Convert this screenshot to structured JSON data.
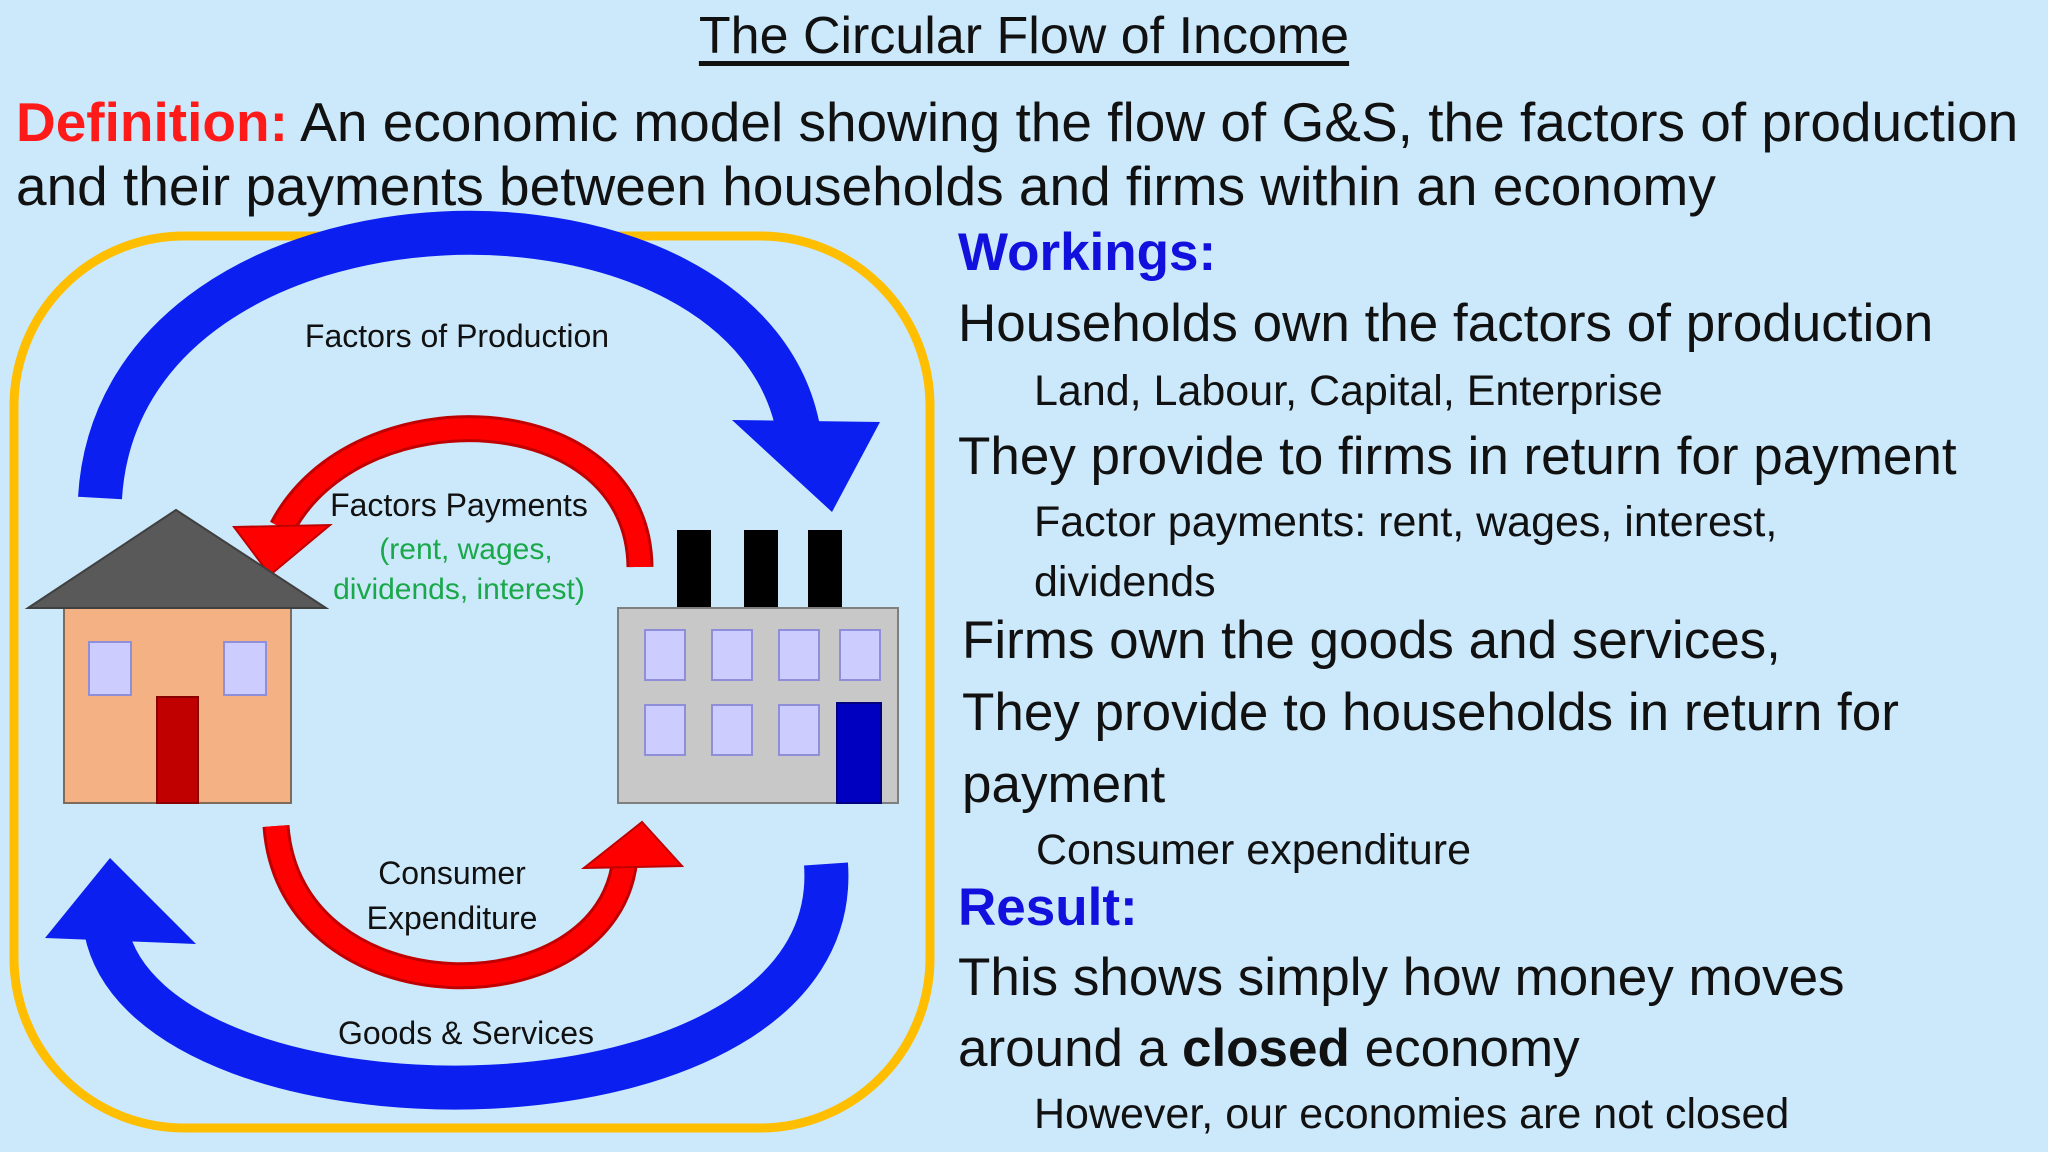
{
  "title": "The Circular Flow of Income",
  "definition": {
    "label": "Definition:",
    "text": " An economic model showing the flow of G&S, the factors of production and their payments between households and firms within an economy"
  },
  "diagram": {
    "labels": {
      "factors_of_production": "Factors of Production",
      "factors_payments": "Factors Payments",
      "factors_payments_detail_1": "(rent, wages,",
      "factors_payments_detail_2": "dividends, interest)",
      "consumer_expenditure_1": "Consumer",
      "consumer_expenditure_2": "Expenditure",
      "goods_services": "Goods & Services"
    },
    "colors": {
      "outer_border": "#ffbe00",
      "blue_arrow": "#0a1ff0",
      "red_arrow": "#ff0000",
      "payment_text": "#1aa84a",
      "house_wall": "#f4b183",
      "roof": "#595959",
      "factory": "#c8c8c8",
      "window": "#ccccff",
      "house_door": "#c00000",
      "factory_door": "#0000c0"
    },
    "icons": [
      "house-icon",
      "factory-icon"
    ]
  },
  "workings": {
    "heading": "Workings:",
    "line1": "Households own the factors of production",
    "line1_sub": "Land, Labour, Capital, Enterprise",
    "line2": "They provide to firms in return for payment",
    "line2_sub_1": "Factor payments: rent, wages, interest,",
    "line2_sub_2": "dividends",
    "line3": "Firms own the goods and services,",
    "line4_1": "They provide to households in return for",
    "line4_2": "payment",
    "line4_sub": "Consumer expenditure"
  },
  "result": {
    "heading": "Result:",
    "line1": "This shows simply how money moves",
    "line2_pre": "around a ",
    "line2_bold": "closed",
    "line2_post": " economy",
    "sub": "However, our economies are not closed"
  }
}
